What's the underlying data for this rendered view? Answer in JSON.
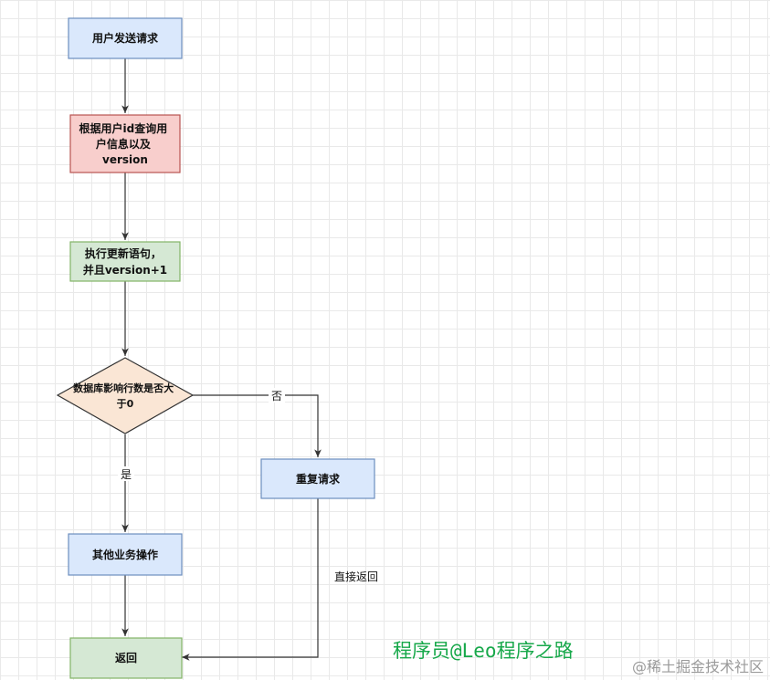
{
  "colors": {
    "blue_fill": "#dae8fc",
    "blue_stroke": "#6c8ebf",
    "red_fill": "#f8cecc",
    "red_stroke": "#b85450",
    "green_fill": "#d5e8d4",
    "green_stroke": "#82b366",
    "orange_fill": "#fae6d5",
    "orange_stroke": "#333333",
    "edge": "#333333",
    "watermark_green": "#17a84a"
  },
  "nodes": {
    "send_request": {
      "lines": [
        "用户发送请求"
      ]
    },
    "query_user": {
      "lines": [
        "根据用户id查询用",
        "户信息以及",
        "version"
      ]
    },
    "execute_update": {
      "lines": [
        "执行更新语句，",
        "并且version+1"
      ]
    },
    "check_rows": {
      "lines": [
        "数据库影响行数是否大",
        "于0"
      ]
    },
    "retry_request": {
      "lines": [
        "重复请求"
      ]
    },
    "other_business": {
      "lines": [
        "其他业务操作"
      ]
    },
    "return": {
      "lines": [
        "返回"
      ]
    }
  },
  "edge_labels": {
    "no": "否",
    "yes": "是",
    "direct_return": "直接返回"
  },
  "watermark": {
    "author": "程序员@Leo程序之路",
    "site": "@稀土掘金技术社区"
  }
}
